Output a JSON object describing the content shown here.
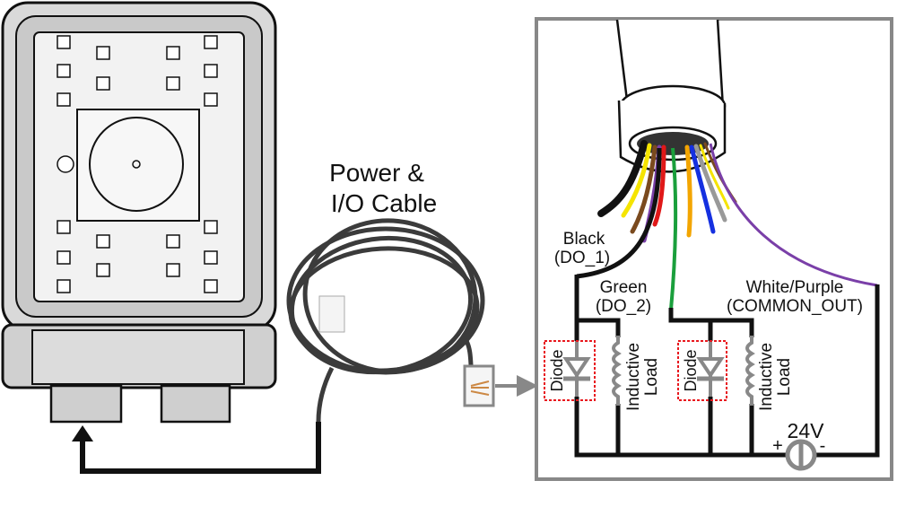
{
  "cable_title": {
    "line1": "Power &",
    "line2": "I/O Cable"
  },
  "wires": {
    "black": {
      "name": "Black",
      "signal": "(DO_1)"
    },
    "green": {
      "name": "Green",
      "signal": "(DO_2)"
    },
    "common": {
      "name": "White/Purple",
      "signal": "(COMMON_OUT)"
    }
  },
  "components": {
    "diode_label": "Diode",
    "load_line1": "Inductive",
    "load_line2": "Load",
    "supply_voltage": "24V",
    "plus": "+",
    "minus": "-"
  },
  "colors": {
    "diode_highlight": "#e8181e",
    "component_gray": "#888888",
    "green_wire": "#1a9f3c",
    "purple_wire": "#7a3fa8"
  }
}
